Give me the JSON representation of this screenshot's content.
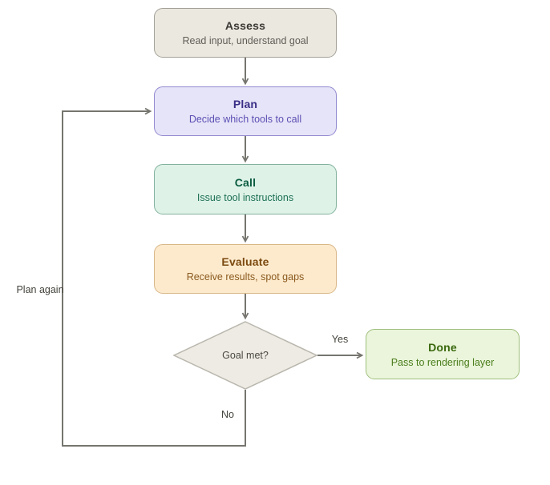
{
  "diagram": {
    "kind": "flowchart",
    "connector_color": "#76756e",
    "label_color": "#44433c"
  },
  "nodes": [
    {
      "id": "assess",
      "type": "process",
      "title": "Assess",
      "subtitle": "Read input, understand goal",
      "fill": "#ebe8e0",
      "border": "#a3a198",
      "title_color": "#3a3833",
      "subtitle_color": "#5f5d56"
    },
    {
      "id": "plan",
      "type": "process",
      "title": "Plan",
      "subtitle": "Decide which tools to call",
      "fill": "#e6e4f8",
      "border": "#9189cf",
      "title_color": "#382e86",
      "subtitle_color": "#5b50b4"
    },
    {
      "id": "call",
      "type": "process",
      "title": "Call",
      "subtitle": "Issue tool instructions",
      "fill": "#def2e8",
      "border": "#83b29e",
      "title_color": "#0c5c41",
      "subtitle_color": "#1e7155"
    },
    {
      "id": "evaluate",
      "type": "process",
      "title": "Evaluate",
      "subtitle": "Receive results, spot gaps",
      "fill": "#fdeacd",
      "border": "#d8b788",
      "title_color": "#7b4a10",
      "subtitle_color": "#8a5a1f"
    },
    {
      "id": "decision",
      "type": "decision",
      "title": "Goal met?",
      "subtitle": "",
      "fill": "#edebe3",
      "border": "#b9b7ad",
      "title_color": "#4a4942",
      "subtitle_color": "#4a4942"
    },
    {
      "id": "done",
      "type": "process",
      "title": "Done",
      "subtitle": "Pass to rendering layer",
      "fill": "#eaf5db",
      "border": "#a0bf7e",
      "title_color": "#39680d",
      "subtitle_color": "#4b7d1c"
    }
  ],
  "edges": [
    {
      "from": "assess",
      "to": "plan",
      "label": ""
    },
    {
      "from": "plan",
      "to": "call",
      "label": ""
    },
    {
      "from": "call",
      "to": "evaluate",
      "label": ""
    },
    {
      "from": "evaluate",
      "to": "decision",
      "label": ""
    },
    {
      "from": "decision",
      "to": "done",
      "label": "Yes"
    },
    {
      "from": "decision",
      "to": "plan",
      "label": "No",
      "annotation": "Plan again"
    }
  ]
}
